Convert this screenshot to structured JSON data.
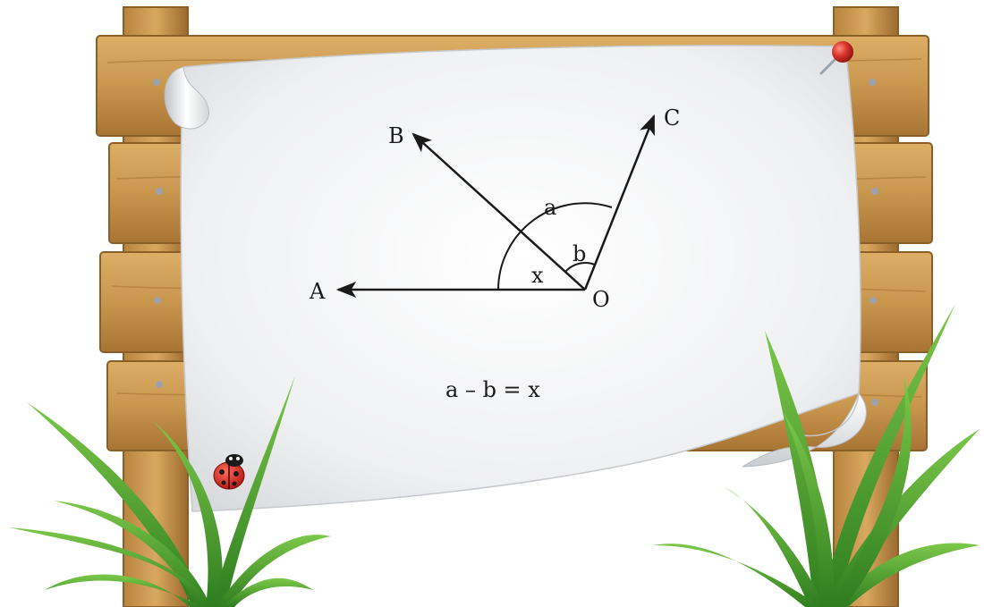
{
  "diagram": {
    "points": {
      "A": "A",
      "B": "B",
      "C": "C",
      "O": "O"
    },
    "angles": {
      "a": "a",
      "b": "b",
      "x": "x"
    },
    "equation": "a – b = x"
  },
  "colors": {
    "wood": "#c9964e",
    "wood_dark": "#8a5f28",
    "paper": "#f2f3f5",
    "grass": "#3f9e2c",
    "ladybug": "#d7261c",
    "pin": "#d9322b",
    "ink": "#1a1a1a"
  }
}
